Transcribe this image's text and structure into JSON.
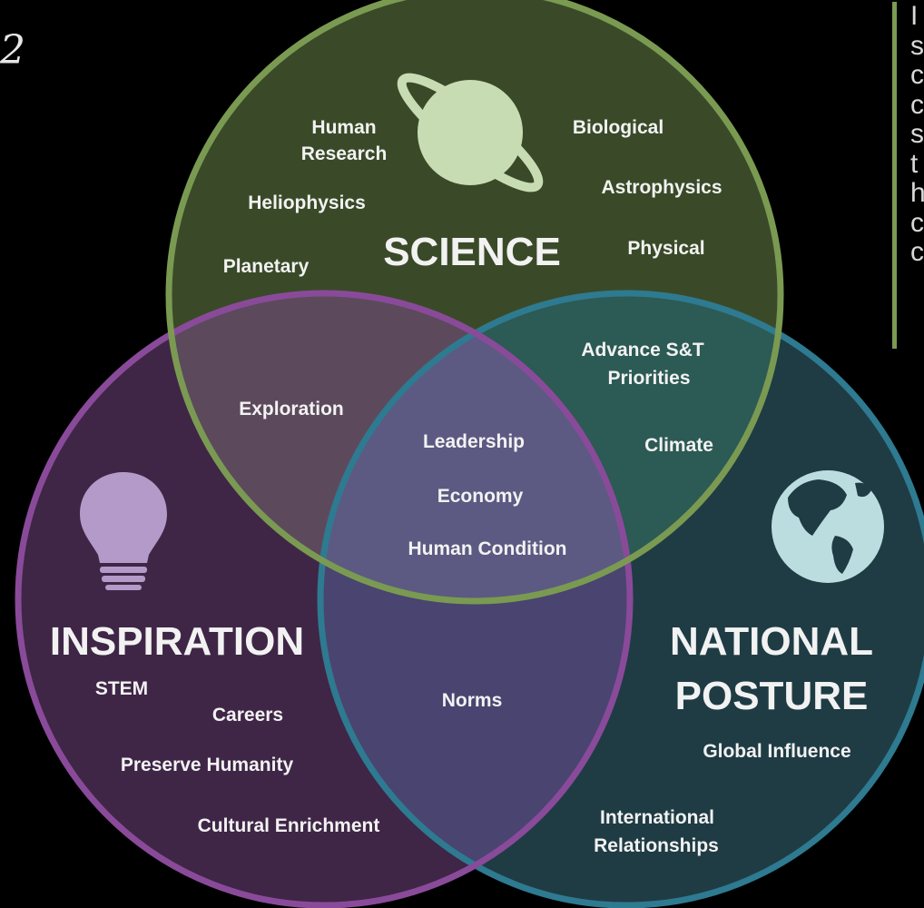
{
  "colors": {
    "background": "#000000",
    "science_fill": "#3a4a28",
    "science_stroke": "#7a9a52",
    "inspiration_fill": "#3f2646",
    "inspiration_stroke": "#8a4a9a",
    "posture_fill": "#1f3c44",
    "posture_stroke": "#2e7a90",
    "sci_insp_fill": "#5c4a5c",
    "sci_post_fill": "#2c5a54",
    "insp_post_fill": "#4a4470",
    "center_fill": "#5c5a82",
    "text": "#f2f2f2",
    "science_title": "#c8dcb4",
    "inspiration_title": "#b4a0c8",
    "posture_title": "#b4dcdc",
    "planet_icon": "#c8dcb4",
    "bulb_icon": "#b49ac8",
    "globe_icon": "#bcdde0"
  },
  "corner_glyph": "2",
  "sidebar_text": [
    "I",
    "s",
    "c",
    "c",
    "s",
    "t",
    "h",
    "c",
    "c"
  ],
  "icons": {
    "science": "planet-icon",
    "inspiration": "lightbulb-icon",
    "posture": "globe-icon"
  },
  "science": {
    "title": "SCIENCE",
    "items": {
      "human_research_1": "Human",
      "human_research_2": "Research",
      "biological": "Biological",
      "heliophysics": "Heliophysics",
      "astrophysics": "Astrophysics",
      "planetary": "Planetary",
      "physical": "Physical"
    }
  },
  "inspiration": {
    "title": "INSPIRATION",
    "items": {
      "stem": "STEM",
      "careers": "Careers",
      "preserve_humanity": "Preserve Humanity",
      "cultural_enrichment": "Cultural Enrichment"
    }
  },
  "posture": {
    "title_1": "NATIONAL",
    "title_2": "POSTURE",
    "items": {
      "global_influence": "Global Influence",
      "international_1": "International",
      "international_2": "Relationships"
    }
  },
  "overlaps": {
    "science_inspiration": {
      "exploration": "Exploration"
    },
    "science_posture": {
      "advance_1": "Advance S&T",
      "advance_2": "Priorities",
      "climate": "Climate"
    },
    "center": {
      "leadership": "Leadership",
      "economy": "Economy",
      "human_condition": "Human Condition"
    },
    "inspiration_posture": {
      "norms": "Norms"
    }
  }
}
